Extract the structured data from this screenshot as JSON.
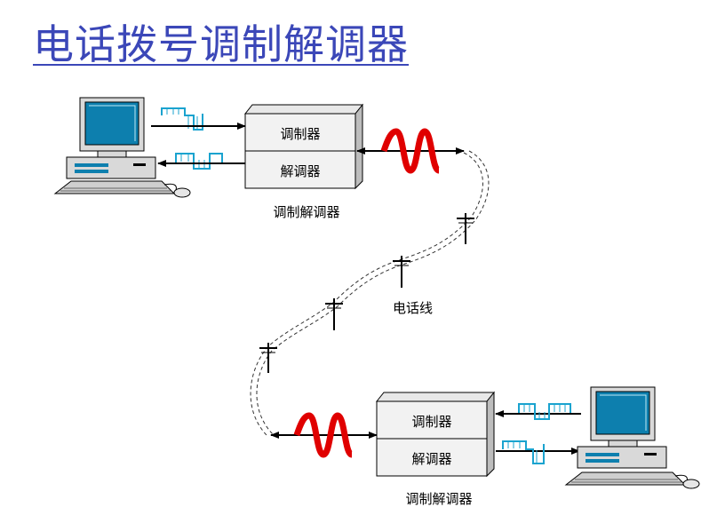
{
  "title": "电话拨号调制解调器",
  "modem_top": {
    "upper": "调制器",
    "lower": "解调器",
    "caption": "调制解调器"
  },
  "modem_bottom": {
    "upper": "调制器",
    "lower": "解调器",
    "caption": "调制解调器"
  },
  "line_label": "电话线",
  "colors": {
    "title": "#3b47b8",
    "digital_signal": "#1aa3cf",
    "analog_signal": "#e00000",
    "computer_screen": "#0d7fae"
  },
  "icons": [
    "computer-icon",
    "modem-box",
    "telephone-pole-icon",
    "analog-wave",
    "digital-pulse"
  ]
}
